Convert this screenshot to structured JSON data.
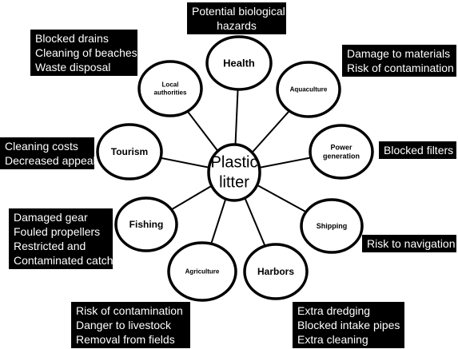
{
  "center": {
    "lines": [
      "Plastic",
      "litter"
    ]
  },
  "nodes": {
    "health": {
      "lines": [
        "Health"
      ]
    },
    "local_authorities": {
      "lines": [
        "Local",
        "authorities"
      ]
    },
    "aquaculture": {
      "lines": [
        "Aquaculture"
      ]
    },
    "tourism": {
      "lines": [
        "Tourism"
      ]
    },
    "power_generation": {
      "lines": [
        "Power",
        "generation"
      ]
    },
    "fishing": {
      "lines": [
        "Fishing"
      ]
    },
    "shipping": {
      "lines": [
        "Shipping"
      ]
    },
    "agriculture": {
      "lines": [
        "Agriculture"
      ]
    },
    "harbors": {
      "lines": [
        "Harbors"
      ]
    }
  },
  "boxes": {
    "health": [
      "Potential biological",
      "hazards"
    ],
    "local_authorities": [
      "Blocked drains",
      "Cleaning of beaches",
      "Waste disposal"
    ],
    "aquaculture": [
      "Damage to materials",
      "Risk of contamination"
    ],
    "tourism": [
      "Cleaning costs",
      "Decreased appeal"
    ],
    "power_generation": [
      "Blocked filters"
    ],
    "fishing": [
      "Damaged gear",
      "Fouled propellers",
      "Restricted and",
      "Contaminated catch"
    ],
    "shipping": [
      "Risk to navigation"
    ],
    "agriculture": [
      "Risk of contamination",
      "Danger to livestock",
      "Removal from fields"
    ],
    "harbors": [
      "Extra dredging",
      "Blocked intake pipes",
      "Extra cleaning"
    ]
  }
}
